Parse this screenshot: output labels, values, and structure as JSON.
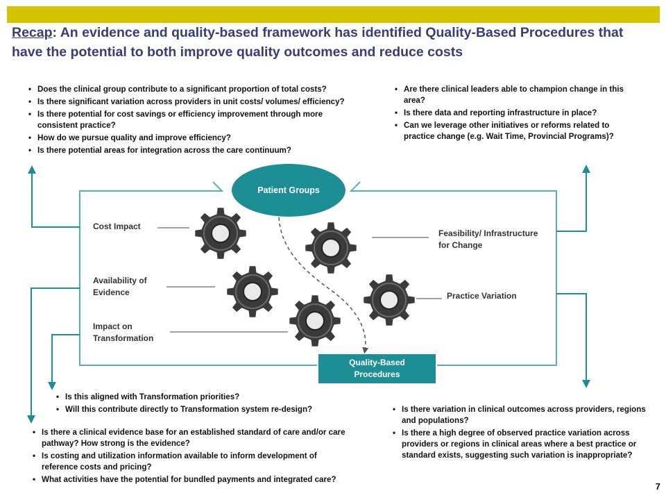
{
  "header": {
    "title_prefix": "Recap",
    "title_rest": ": An evidence and quality-based framework has identified Quality-Based Procedures that have the potential to both improve quality outcomes and reduce costs"
  },
  "top_left_questions": [
    "Does the clinical group contribute to a significant proportion of total costs?",
    "Is there significant variation across providers in unit costs/ volumes/ efficiency?",
    "Is there potential for cost savings or efficiency improvement through more consistent practice?",
    "How do we pursue quality and improve efficiency?",
    "Is there potential areas for integration across the care continuum?"
  ],
  "top_right_questions": [
    "Are there clinical leaders able to champion change in this area?",
    "Is there data and reporting infrastructure in place?",
    "Can we leverage other initiatives or reforms related to practice change (e.g. Wait Time, Provincial Programs)?"
  ],
  "middle_left_questions": [
    "Is this aligned with Transformation priorities?",
    "Will this contribute directly to Transformation system re-design?"
  ],
  "bottom_left_questions": [
    "Is there a clinical evidence base for an established standard of care and/or care pathway? How strong is the evidence?",
    "Is costing and utilization information available to inform development of reference costs and pricing?",
    "What activities have the potential for bundled payments and integrated care?"
  ],
  "bottom_right_questions": [
    "Is there variation in clinical outcomes across providers, regions and populations?",
    "Is there a high degree of observed practice variation across providers or regions in clinical areas where a best practice or standard exists, suggesting such variation is inappropriate?"
  ],
  "diagram": {
    "patient_groups": "Patient Groups",
    "quality_based_procedures": "Quality-Based Procedures",
    "cost_impact": "Cost Impact",
    "availability_of_evidence": "Availability of Evidence",
    "impact_on_transformation": "Impact on Transformation",
    "feasibility_infrastructure": "Feasibility/ Infrastructure for Change",
    "practice_variation": "Practice Variation"
  },
  "page_number": "7",
  "colors": {
    "accent_bar": "#d5c500",
    "title": "#3b3b78",
    "teal": "#1d8f94",
    "gear": "#3a3a3a"
  }
}
